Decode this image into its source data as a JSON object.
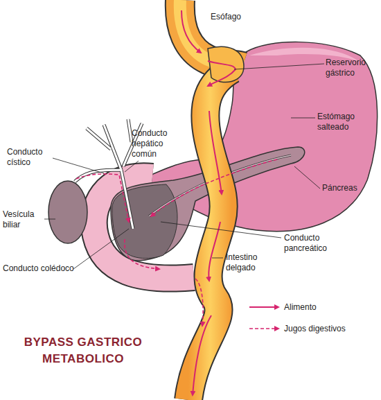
{
  "diagram": {
    "title": "BYPASS GASTRICO METABOLICO",
    "labels": [
      "Esófago",
      "Reservorio gástrico",
      "Estómago salteado",
      "Páncreas",
      "Conducto pancreático",
      "Intestino delgado",
      "Conducto colédoco",
      "Vesícula biliar",
      "Conducto cístico",
      "Conducto hepático común"
    ],
    "legend": [
      {
        "text": "Alimento"
      },
      {
        "text": "Jugos digestivos"
      }
    ]
  }
}
